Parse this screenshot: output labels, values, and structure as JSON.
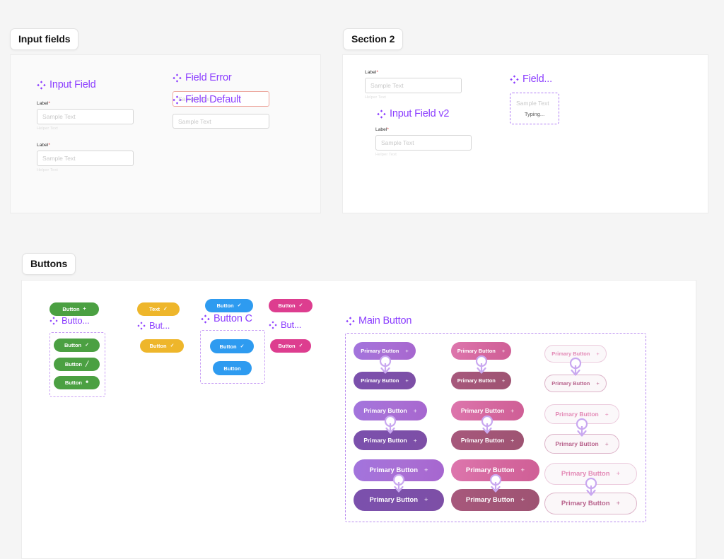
{
  "sections": {
    "input_fields": {
      "chip": "Input fields"
    },
    "section2": {
      "chip": "Section 2"
    },
    "buttons": {
      "chip": "Buttons"
    }
  },
  "components": {
    "input_field": "Input Field",
    "field_error": "Field Error",
    "field_default": "Field Default",
    "input_field_v2": "Input Field v2",
    "field_truncated": "Field...",
    "button_green": "Butto...",
    "button_yellow": "But...",
    "button_c": "Button C",
    "button_magenta": "But...",
    "main_button": "Main Button"
  },
  "form": {
    "label": "Label",
    "required_mark": "*",
    "placeholder": "Sample Text",
    "helper": "Helper Text",
    "typing": "Typing..."
  },
  "small_buttons": {
    "green": [
      {
        "label": "Button",
        "icon": "plus-icon",
        "glyph": "+"
      },
      {
        "label": "Button",
        "icon": "check-icon",
        "glyph": "✓"
      },
      {
        "label": "Button",
        "icon": "pencil-icon",
        "glyph": "╱"
      },
      {
        "label": "Button",
        "icon": "sparkle-icon",
        "glyph": "✹"
      }
    ],
    "yellow": [
      {
        "label": "Text",
        "icon": "check-icon",
        "glyph": "✓"
      },
      {
        "label": "Button",
        "icon": "check-icon",
        "glyph": "✓"
      }
    ],
    "blue": [
      {
        "label": "Button",
        "icon": "check-icon",
        "glyph": "✓"
      },
      {
        "label": "Button",
        "icon": "check-icon",
        "glyph": "✓"
      },
      {
        "label": "Button",
        "icon": "none",
        "glyph": ""
      }
    ],
    "magenta": [
      {
        "label": "Button",
        "icon": "check-icon",
        "glyph": "✓"
      },
      {
        "label": "Button",
        "icon": "check-icon",
        "glyph": "✓"
      }
    ]
  },
  "main_buttons": {
    "label": "Primary Button",
    "icon": "plus-icon",
    "glyph": "+",
    "columns": [
      "purple",
      "pink",
      "outline"
    ],
    "rows": [
      "small",
      "medium",
      "large"
    ],
    "states": [
      "default",
      "hover"
    ]
  },
  "colors": {
    "figma_purple": "#8b3dff",
    "canvas_bg": "#f5f5f5",
    "panel_bg": "#fafafa",
    "panel_white": "#ffffff",
    "error_border": "#eda9a0",
    "green": "#4ba042",
    "yellow": "#eeb62b",
    "blue": "#2e9bf0",
    "magenta": "#dd3d8f",
    "primary_light": "#a96fd4",
    "primary_dark": "#7d4fa6",
    "pink_light": "#d4669d",
    "pink_dark": "#9e5372",
    "outline_border": "#eccbdd",
    "connector": "#c9a8f0"
  }
}
